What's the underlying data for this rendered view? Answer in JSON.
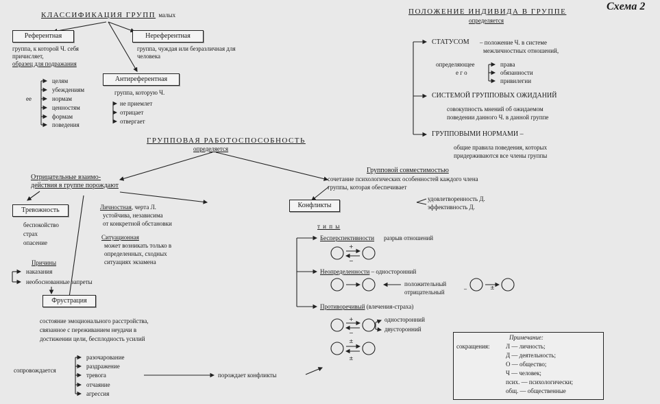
{
  "schema_label": "Схема 2",
  "classification": {
    "title": "КЛАССИФИКАЦИЯ ГРУПП",
    "title_suffix": "малых",
    "referent": {
      "label": "Референтная",
      "desc_1": "группа, к которой Ч. себя",
      "desc_2": "причисляет,",
      "desc_3": "образец для подражания",
      "prefix": "ее",
      "items": [
        "целям",
        "убеждениям",
        "нормам",
        "ценностям",
        "формам",
        "поведения"
      ]
    },
    "nonreferent": {
      "label": "Нереферентная",
      "desc_1": "группа, чуждая или безразличная для",
      "desc_2": "человека"
    },
    "antireferent": {
      "label": "Антиреферентная",
      "desc_1": "группа, которую Ч.",
      "items": [
        "не приемлет",
        "отрицает",
        "отвергает"
      ]
    }
  },
  "position": {
    "title": "ПОЛОЖЕНИЕ ИНДИВИДА В ГРУППЕ",
    "subtitle": "определяется",
    "status_label": "СТАТУСОМ",
    "status_desc_1": "– положение Ч. в системе",
    "status_desc_2": "межличностных отношений,",
    "defining_1": "определяющее",
    "defining_2": "е г о",
    "rights": [
      "права",
      "обязанности",
      "привилегии"
    ],
    "expectations_label": "СИСТЕМОЙ ГРУППОВЫХ ОЖИДАНИЙ",
    "expectations_desc_1": "совокупность мнений об ожидаемом",
    "expectations_desc_2": "поведении данного Ч. в данной группе",
    "norms_label": "ГРУППОВЫМИ НОРМАМИ –",
    "norms_desc_1": "общие правила поведения, которых",
    "norms_desc_2": "придерживаются все члены группы"
  },
  "performance": {
    "title": "ГРУППОВАЯ РАБОТОСПОСОБНОСТЬ",
    "subtitle": "определяется",
    "negative_1": "Отрицательные взаимо-",
    "negative_2": "действия в группе порождают",
    "compat_title": "Групповой совместимостью",
    "compat_desc_1": "сочетание психологических особенностей каждого члена",
    "compat_desc_2": "группы, которая обеспечивает",
    "satisfaction": "удовлетворенность Д.",
    "efficiency": "эффективность Д."
  },
  "anxiety": {
    "label": "Тревожность",
    "items": [
      "беспокойство",
      "страх",
      "опасение"
    ],
    "personal_title": "Личностная",
    "personal_desc": ", черта Л.",
    "personal_2": "устойчива, независима",
    "personal_3": "от конкретной обстановки",
    "situational_title": "Ситуационная",
    "situational_1": "может возникать только в",
    "situational_2": "определенных, сходных",
    "situational_3": "ситуациях экзамена",
    "causes_title": "Причины",
    "causes": [
      "наказания",
      "необоснованные запреты"
    ]
  },
  "frustration": {
    "label": "Фрустрация",
    "desc_1": "состояние эмоционального расстройства,",
    "desc_2": "связанное с переживанием неудачи в",
    "desc_3": "достижении цели, бесплодность усилий",
    "accompanied": "сопровождается",
    "items": [
      "разочарование",
      "раздражение",
      "тревога",
      "отчаяние",
      "агрессия"
    ],
    "generates": "порождает конфликты"
  },
  "conflicts": {
    "label": "Конфликты",
    "types_title": "т и п ы",
    "futility_title": "Бесперспективности",
    "futility_desc": "разрыв отношений",
    "uncertainty_title": "Неопределенности",
    "uncertainty_desc": "– односторонний",
    "positive": "положительный",
    "negative": "отрицательный",
    "contradictory_title": "Противоречивый",
    "contradictory_desc": "(влечения-страха)",
    "one_sided": "односторонний",
    "two_sided": "двусторонний"
  },
  "note": {
    "title": "Примечание:",
    "prefix": "сокращения:",
    "items": [
      "Л — личность;",
      "Д — деятельность;",
      "О — общество;",
      "Ч — человек;",
      "псих. — психологически;",
      "общ. — общественные"
    ]
  }
}
